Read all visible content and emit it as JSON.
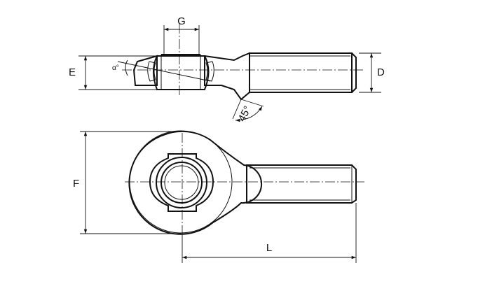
{
  "dimensions": {
    "g": "G",
    "e": "E",
    "d": "D",
    "f": "F",
    "l": "L",
    "angle_alpha": "α°",
    "angle_45": "45°"
  }
}
